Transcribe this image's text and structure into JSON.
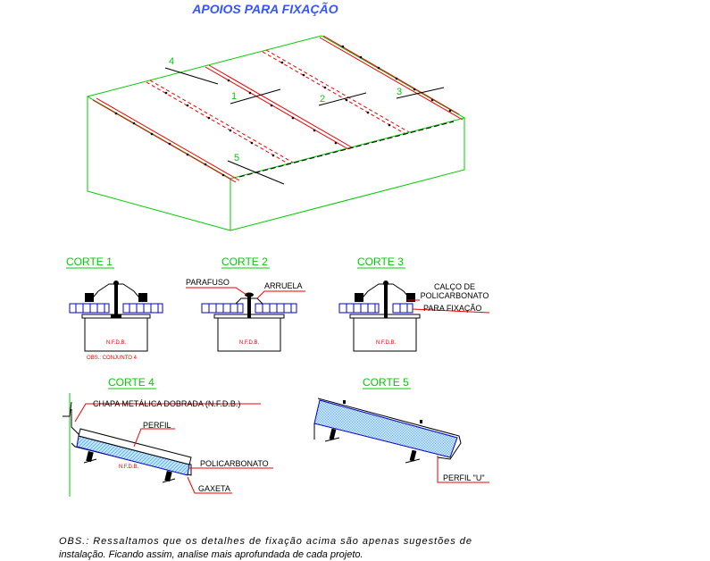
{
  "title": "APOIOS PARA FIXAÇÃO",
  "roof_labels": {
    "l1": "1",
    "l2": "2",
    "l3": "3",
    "l4": "4",
    "l5": "5"
  },
  "sections": {
    "corte1": "CORTE 1",
    "corte2": "CORTE 2",
    "corte3": "CORTE 3",
    "corte4": "CORTE 4",
    "corte5": "CORTE 5"
  },
  "labels": {
    "nfdb": "N.F.D.B.",
    "obs_conjunto": "OBS.: CONJUNTO 4",
    "parafuso": "PARAFUSO",
    "arruela": "ARRUELA",
    "calco_line1": "CALÇO DE",
    "calco_line2": "POLICARBONATO",
    "calco_line3": "PARA FIXAÇÃO",
    "chapa": "CHAPA METÁLICA DOBRADA (N.F.D.B.)",
    "perfil": "PERFIL",
    "policarbonato": "POLICARBONATO",
    "gaxeta": "GAXETA",
    "perfil_u": "PERFIL \"U\""
  },
  "obs": {
    "line1": "OBS.: Ressaltamos que os detalhes de fixação acima são apenas sugestões de",
    "line2": "instalação. Ficando assim, analise mais aprofundada de cada projeto."
  },
  "colors": {
    "title": "#3355ff",
    "green": "#00cc00",
    "red": "#ee0000",
    "blue": "#0000cc",
    "black": "#000000",
    "pc_blue": "#66aaff"
  }
}
